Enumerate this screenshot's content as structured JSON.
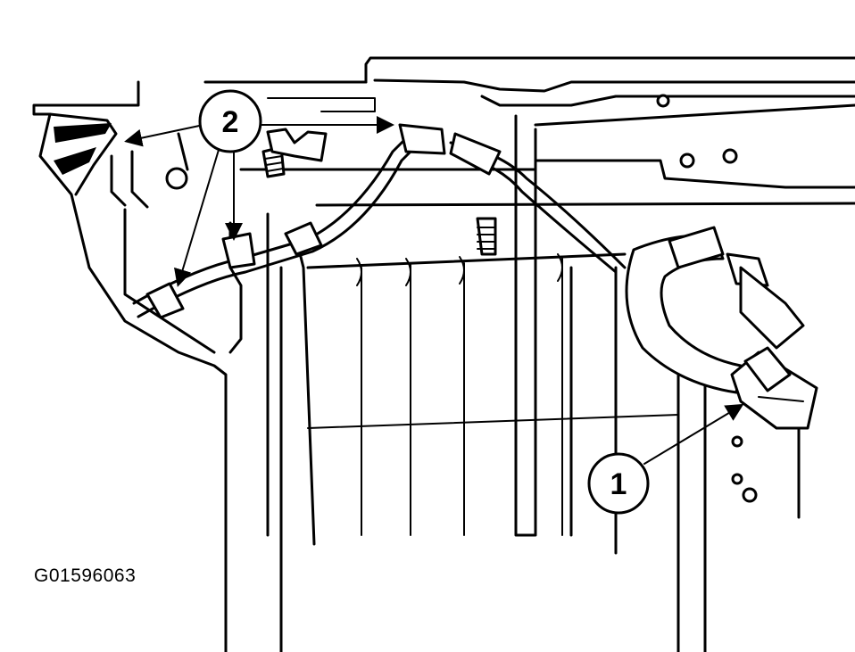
{
  "callouts": [
    {
      "label": "1",
      "target": "connector"
    },
    {
      "label": "2",
      "target": "harness-retainers"
    }
  ],
  "figure_id": "G01596063",
  "colors": {
    "line": "#000000",
    "background": "#ffffff"
  }
}
